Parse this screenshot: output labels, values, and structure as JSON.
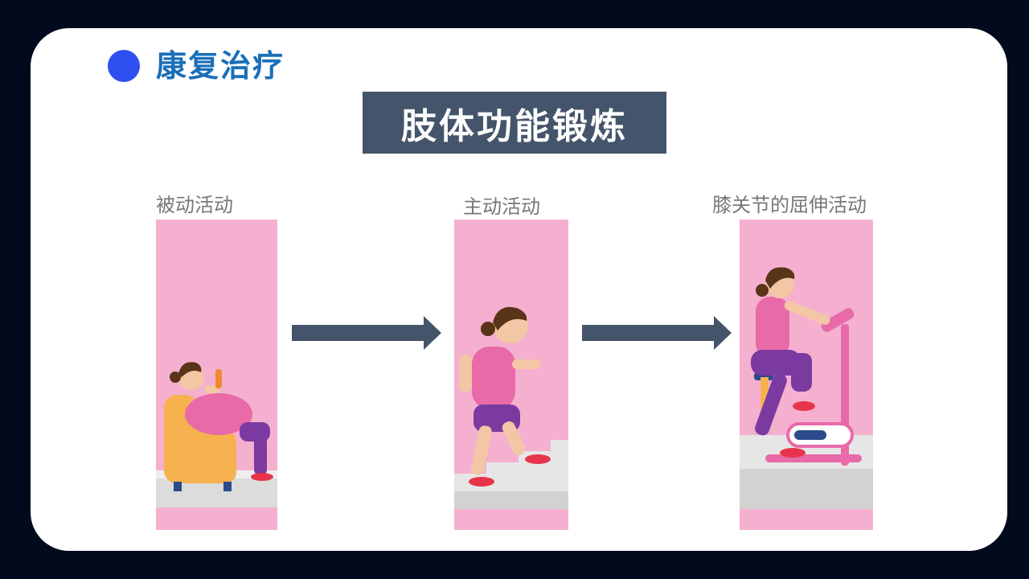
{
  "section": {
    "title": "康复治疗"
  },
  "banner": {
    "title": "肢体功能锻炼"
  },
  "stages": [
    {
      "label": "被动活动",
      "illustration": "woman-in-armchair"
    },
    {
      "label": "主动活动",
      "illustration": "woman-climbing-stairs"
    },
    {
      "label": "膝关节的屈伸活动",
      "illustration": "woman-on-exercise-bike"
    }
  ],
  "colors": {
    "page_bg": "#020a1e",
    "card_bg": "#ffffff",
    "accent_dot": "#2f4ff0",
    "title_blue": "#1a6fb8",
    "banner_bg": "#44546a",
    "arrow": "#44546a",
    "panel_pink": "#f5b0d0"
  }
}
